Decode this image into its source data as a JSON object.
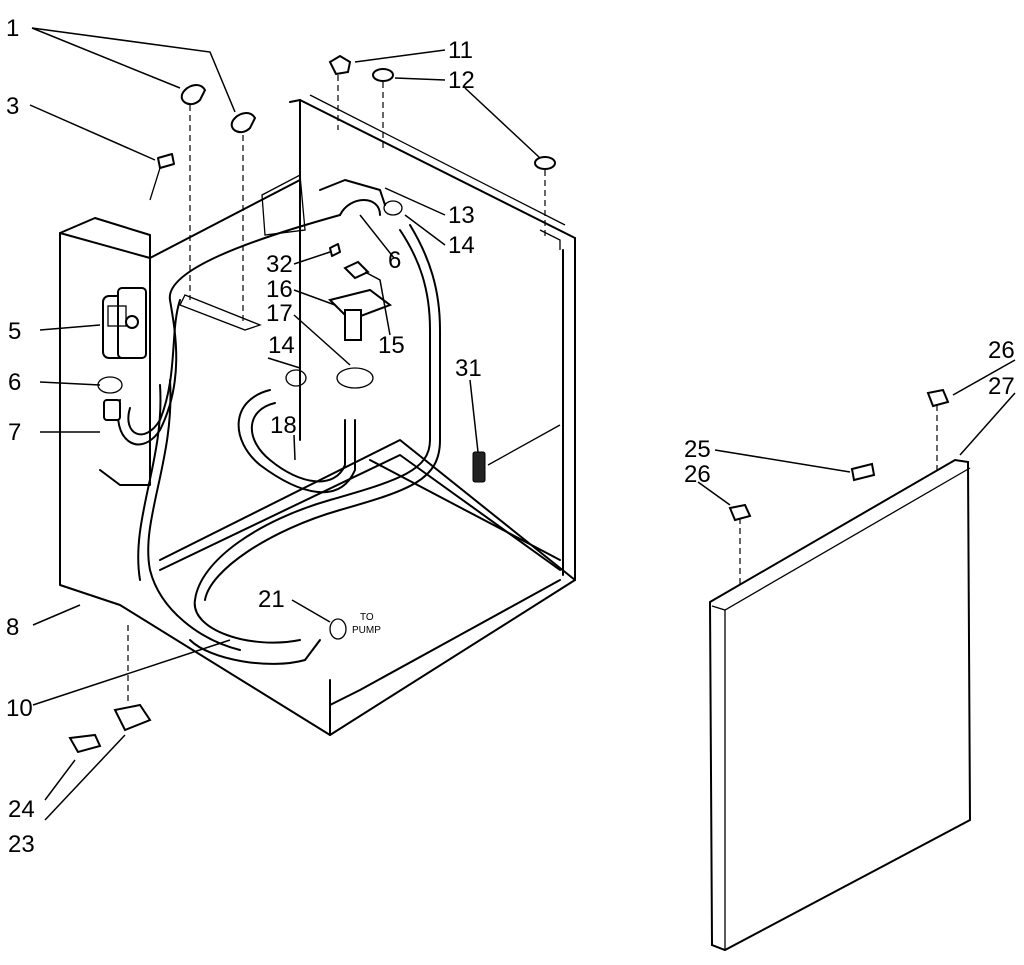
{
  "labels": {
    "l1": "1",
    "l3": "3",
    "l5": "5",
    "l6a": "6",
    "l7": "7",
    "l8": "8",
    "l10": "10",
    "l11": "11",
    "l12": "12",
    "l13": "13",
    "l14a": "14",
    "l14b": "14",
    "l6b": "6",
    "l32": "32",
    "l16": "16",
    "l17": "17",
    "l15": "15",
    "l18": "18",
    "l31": "31",
    "l21": "21",
    "l24": "24",
    "l23": "23",
    "l26a": "26",
    "l27": "27",
    "l25": "25",
    "l26b": "26"
  },
  "annotations": {
    "to": "TO",
    "pump": "PUMP"
  }
}
